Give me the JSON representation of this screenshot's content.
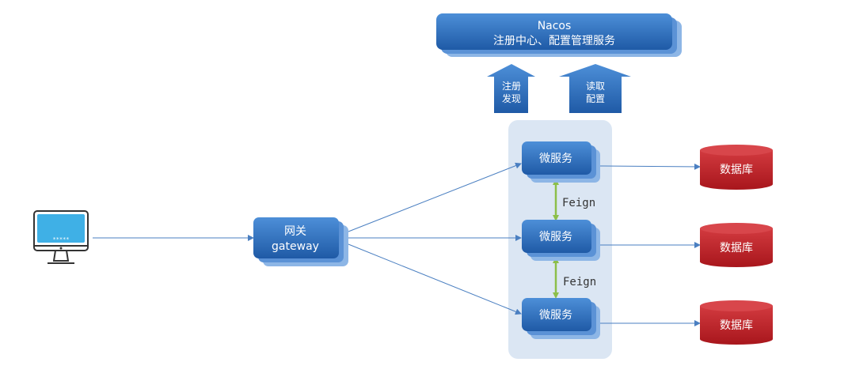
{
  "nacos": {
    "title": "Nacos",
    "subtitle": "注册中心、配置管理服务"
  },
  "arrows_up": [
    {
      "line1": "注册",
      "line2": "发现"
    },
    {
      "line1": "读取",
      "line2": "配置"
    }
  ],
  "client": {
    "screen_text": "*****",
    "icon": "desktop-computer-icon"
  },
  "gateway": {
    "line1": "网关",
    "line2": "gateway"
  },
  "services": [
    {
      "label": "微服务"
    },
    {
      "label": "微服务"
    },
    {
      "label": "微服务"
    }
  ],
  "feign_labels": [
    "Feign",
    "Feign"
  ],
  "databases": [
    {
      "label": "数据库"
    },
    {
      "label": "数据库"
    },
    {
      "label": "数据库"
    }
  ],
  "colors": {
    "box_blue": "#2e6fbf",
    "box_shadow": "#6fa3dc",
    "group_bg": "#dbe6f3",
    "db_red": "#c0272d",
    "feign_green": "#8cbf4a",
    "connector": "#4a7fc1"
  }
}
